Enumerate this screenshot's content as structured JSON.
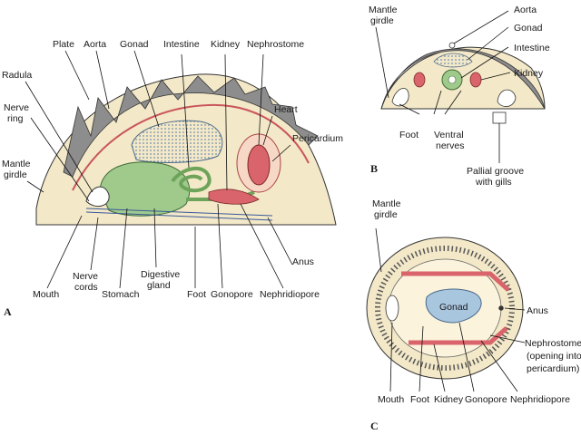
{
  "panel_a": {
    "letter": "A",
    "labels": {
      "plate": "Plate",
      "aorta": "Aorta",
      "gonad": "Gonad",
      "intestine": "Intestine",
      "kidney": "Kidney",
      "nephrostome": "Nephrostome",
      "radula": "Radula",
      "nerve_ring_1": "Nerve",
      "nerve_ring_2": "ring",
      "heart": "Heart",
      "pericardium": "Pericardium",
      "mantle_1": "Mantle",
      "mantle_2": "girdle",
      "anus": "Anus",
      "mouth": "Mouth",
      "nerve_cords_1": "Nerve",
      "nerve_cords_2": "cords",
      "stomach": "Stomach",
      "digestive_1": "Digestive",
      "digestive_2": "gland",
      "foot": "Foot",
      "gonopore": "Gonopore",
      "nephridiopore": "Nephridiopore"
    }
  },
  "panel_b": {
    "letter": "B",
    "labels": {
      "mantle_1": "Mantle",
      "mantle_2": "girdle",
      "aorta": "Aorta",
      "gonad": "Gonad",
      "intestine": "Intestine",
      "kidney": "Kidney",
      "foot": "Foot",
      "ventral_1": "Ventral",
      "ventral_2": "nerves",
      "pallial_1": "Pallial groove",
      "pallial_2": "with gills"
    }
  },
  "panel_c": {
    "letter": "C",
    "labels": {
      "mantle_1": "Mantle",
      "mantle_2": "girdle",
      "gonad": "Gonad",
      "anus": "Anus",
      "nephrostome_1": "Nephrostome",
      "nephrostome_2": "(opening into",
      "nephrostome_3": "pericardium)",
      "mouth": "Mouth",
      "foot": "Foot",
      "kidney": "Kidney",
      "gonopore": "Gonopore",
      "nephridiopore": "Nephridiopore"
    }
  },
  "colors": {
    "gonad": "#a9c6df",
    "gut": "#9ec98a",
    "kidney": "#d9646b",
    "mantle": "#f2e6c4",
    "plate": "#8a8a8a"
  }
}
